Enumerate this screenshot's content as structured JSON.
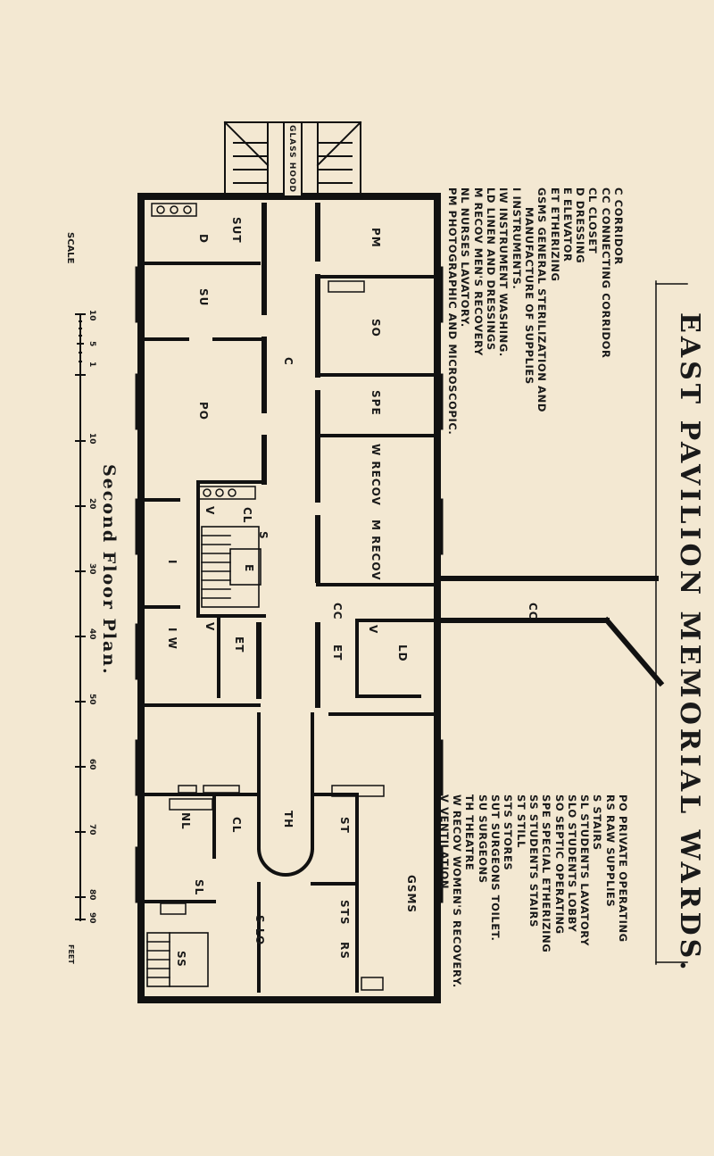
{
  "title": "EAST PAVILION MEMORIAL WARDS.",
  "subtitle": "Second Floor Plan.",
  "legend_left": [
    "C  CORRIDOR",
    "CC  CONNECTING CORRIDOR",
    "CL  CLOSET",
    "D  DRESSING",
    "E  ELEVATOR",
    "ET  ETHERIZING",
    "GSMS  GENERAL STERILIZATION AND",
    "MANUFACTURE OF SUPPLIES",
    "I  INSTRUMENTS.",
    "IW  INSTRUMENT WASHING.",
    "LD  LINEN AND DRESSINGS",
    "M RECOV  MEN'S RECOVERY",
    "NL  NURSES LAVATORY.",
    "PM  PHOTOGRAPHIC AND MICROSCOPIC."
  ],
  "legend_right": [
    "PO  PRIVATE OPERATING",
    "RS  RAW SUPPLIES",
    "S  STAIRS",
    "SL  STUDENTS LAVATORY",
    "SLO  STUDENTS LOBBY",
    "SO  SEPTIC OPERATING",
    "SPE  SPECIAL ETHERIZING",
    "SS  STUDENTS STAIRS",
    "ST  STILL",
    "STS  STORES",
    "SUT  SURGEONS TOILET.",
    "SU  SURGEONS",
    "TH  THEATRE",
    "W RECOV  WOMEN'S RECOVERY.",
    "V  VENTILATION"
  ],
  "rooms": {
    "glass_hood": "GLASS HOOD",
    "pm": "PM",
    "so": "SO",
    "spe": "SPE",
    "w_recov": "W RECOV",
    "m_recov": "M RECOV",
    "cc_inner": "CC",
    "cc_outer": "CC",
    "ld": "LD",
    "et_right": "ET",
    "et_left": "ET",
    "c": "C",
    "sut": "SUT",
    "d": "D",
    "su": "SU",
    "po": "PO",
    "cl_top": "CL",
    "s": "S",
    "e": "E",
    "v_top": "V",
    "v_mid": "V",
    "v_low": "V",
    "i": "I",
    "iw": "I W",
    "gsms": "GSMS",
    "st": "ST",
    "sts": "STS",
    "rs": "RS",
    "th": "TH",
    "slo": "S LO",
    "cl_low": "CL",
    "nl": "NL",
    "sl": "SL",
    "ss": "SS"
  },
  "scale": {
    "label": "SCALE",
    "unit": "FEET",
    "ticks": [
      "10",
      "5",
      "1",
      "10",
      "20",
      "30",
      "40",
      "50",
      "60",
      "70",
      "80",
      "90"
    ]
  }
}
